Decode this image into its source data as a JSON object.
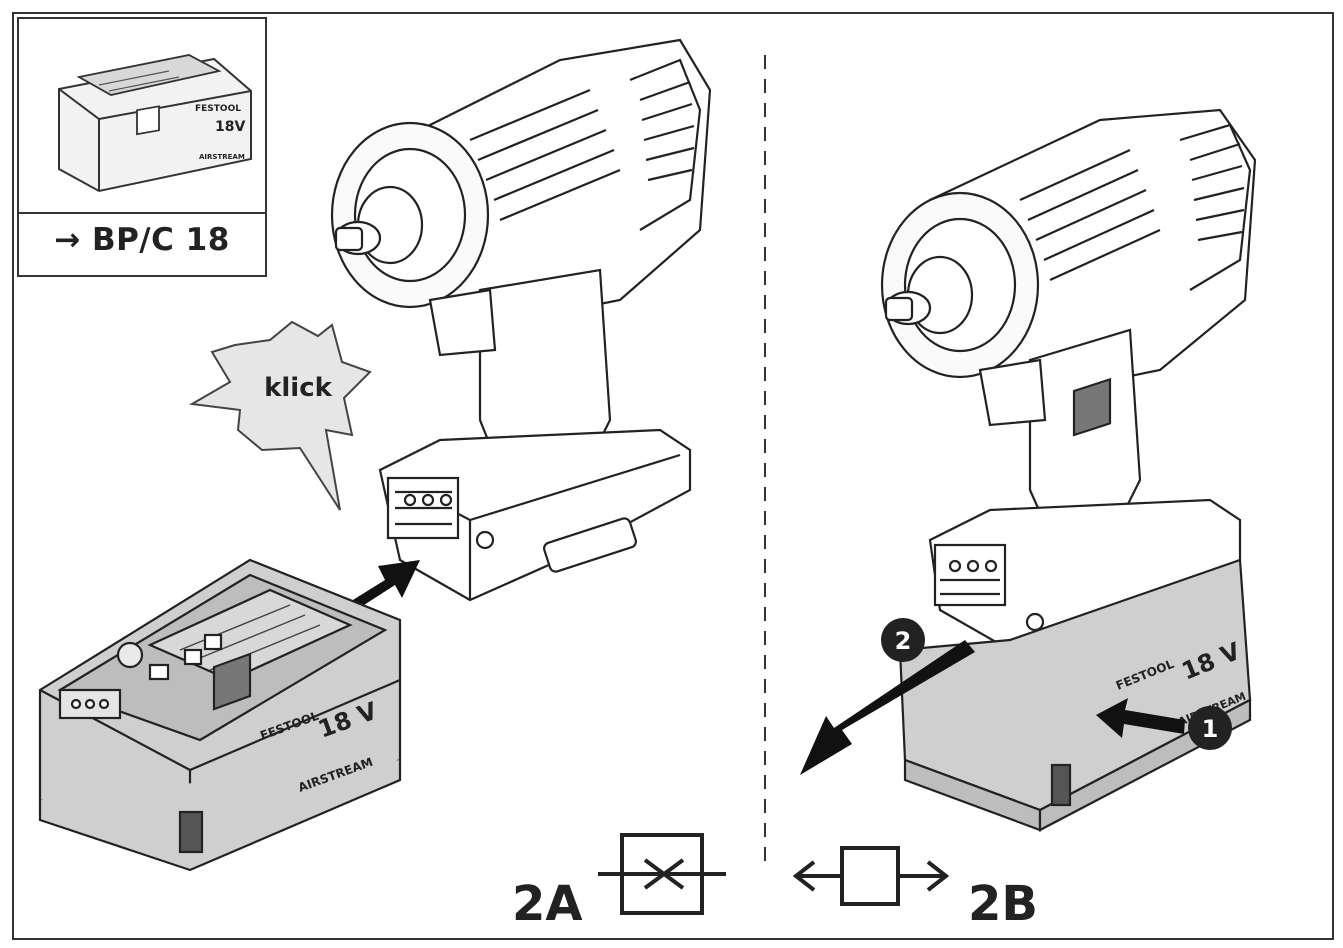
{
  "inset": {
    "label": "→ BP/C 18",
    "battery_voltage": "18V",
    "battery_brand": "FESTOOL",
    "battery_model": "AIRSTREAM"
  },
  "left": {
    "sound_word": "klick",
    "battery_brand": "FESTOOL",
    "battery_voltage": "18 V",
    "battery_model": "AIRSTREAM"
  },
  "right": {
    "step_1": "1",
    "step_2": "2",
    "battery_brand": "FESTOOL",
    "battery_voltage": "18 V",
    "battery_model": "AIRSTREAM"
  },
  "captions": {
    "insert_label": "2A",
    "remove_label": "2B"
  }
}
